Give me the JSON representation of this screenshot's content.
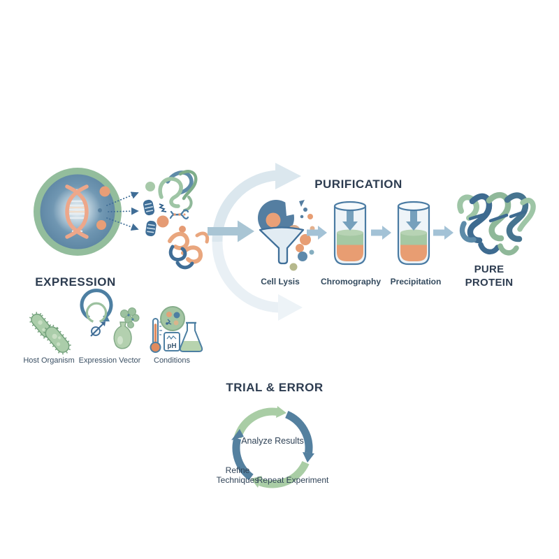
{
  "expression": {
    "title": "EXPRESSION",
    "factors": [
      {
        "label": "Host Organism"
      },
      {
        "label": "Expression Vector"
      },
      {
        "label": "Conditions"
      }
    ],
    "ph_label": "pH"
  },
  "purification": {
    "title": "PURIFICATION",
    "steps": [
      {
        "label": "Cell Lysis"
      },
      {
        "label": "Chromography"
      },
      {
        "label": "Precipitation"
      }
    ],
    "result_line1": "PURE",
    "result_line2": "PROTEIN"
  },
  "trial_and_error": {
    "title": "TRIAL & ERROR",
    "center_label": "Analyze Results",
    "refine_line1": "Refine",
    "refine_line2": "Techniques",
    "repeat_label": "Repeat Experiment"
  },
  "palette": {
    "sage_green": "#93bd9c",
    "steel_blue": "#54809f",
    "salmon": "#e89d74",
    "arrow_blue_gray": "#a5c4d6",
    "text_navy": "#2d3c50"
  }
}
